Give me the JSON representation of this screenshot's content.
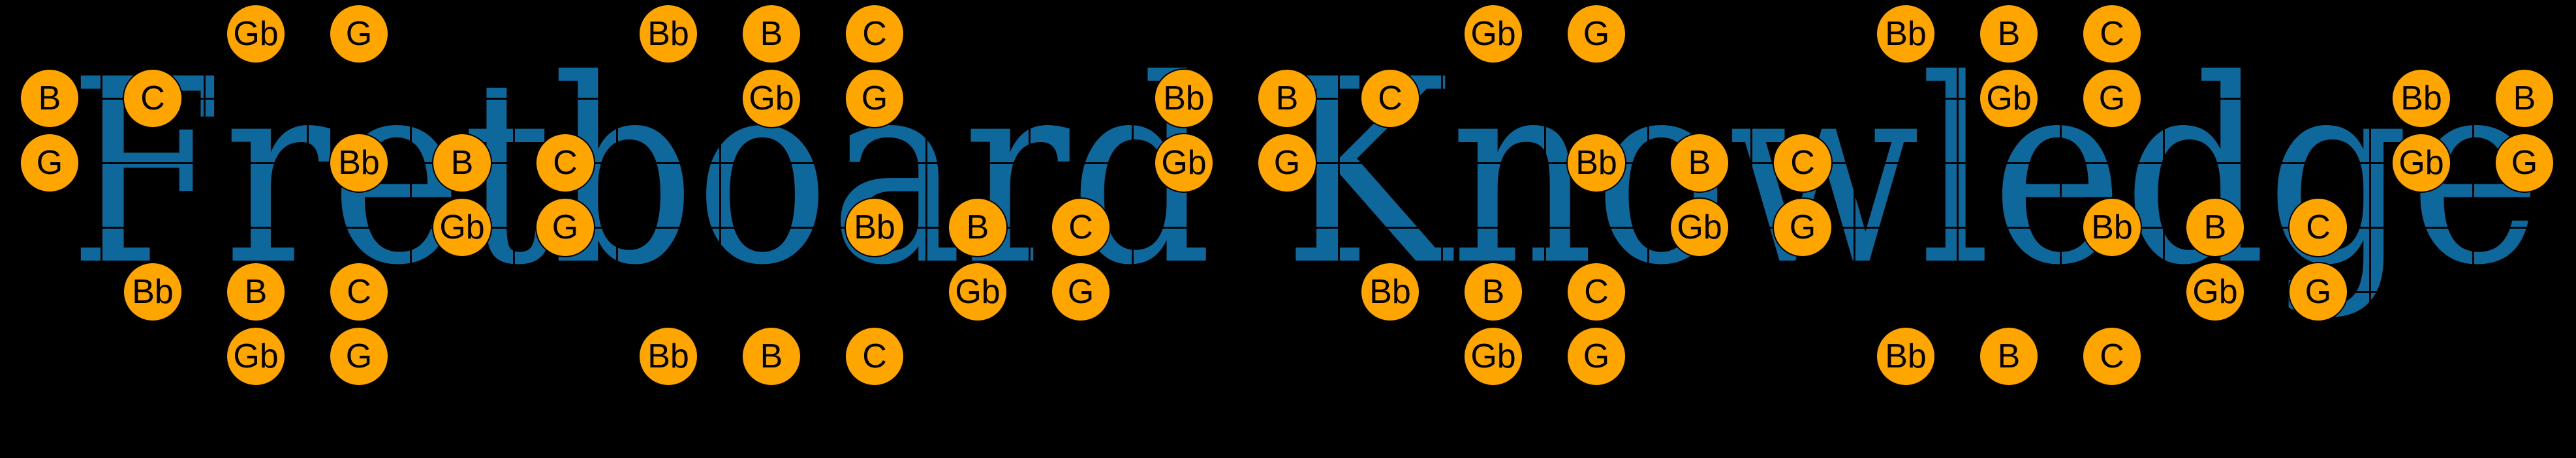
{
  "title": {
    "text": "Fretboard Knowledge"
  },
  "colors": {
    "background": "#000000",
    "title_blue": "#0e689c",
    "note_fill": "#ffa500",
    "note_stroke": "#000000",
    "note_label": "#000000",
    "grid_line": "#000000"
  },
  "fretboard": {
    "string_count": 6,
    "fret_count": 24,
    "note_names_shown": [
      "Gb",
      "G",
      "Bb",
      "B",
      "C"
    ],
    "strings": [
      [
        {
          "fret": 2,
          "label": "Gb"
        },
        {
          "fret": 3,
          "label": "G"
        },
        {
          "fret": 6,
          "label": "Bb"
        },
        {
          "fret": 7,
          "label": "B"
        },
        {
          "fret": 8,
          "label": "C"
        },
        {
          "fret": 14,
          "label": "Gb"
        },
        {
          "fret": 15,
          "label": "G"
        },
        {
          "fret": 18,
          "label": "Bb"
        },
        {
          "fret": 19,
          "label": "B"
        },
        {
          "fret": 20,
          "label": "C"
        }
      ],
      [
        {
          "fret": 0,
          "label": "B"
        },
        {
          "fret": 1,
          "label": "C"
        },
        {
          "fret": 7,
          "label": "Gb"
        },
        {
          "fret": 8,
          "label": "G"
        },
        {
          "fret": 11,
          "label": "Bb"
        },
        {
          "fret": 12,
          "label": "B"
        },
        {
          "fret": 13,
          "label": "C"
        },
        {
          "fret": 19,
          "label": "Gb"
        },
        {
          "fret": 20,
          "label": "G"
        },
        {
          "fret": 23,
          "label": "Bb"
        },
        {
          "fret": 24,
          "label": "B"
        }
      ],
      [
        {
          "fret": 0,
          "label": "G"
        },
        {
          "fret": 3,
          "label": "Bb"
        },
        {
          "fret": 4,
          "label": "B"
        },
        {
          "fret": 5,
          "label": "C"
        },
        {
          "fret": 11,
          "label": "Gb"
        },
        {
          "fret": 12,
          "label": "G"
        },
        {
          "fret": 15,
          "label": "Bb"
        },
        {
          "fret": 16,
          "label": "B"
        },
        {
          "fret": 17,
          "label": "C"
        },
        {
          "fret": 23,
          "label": "Gb"
        },
        {
          "fret": 24,
          "label": "G"
        }
      ],
      [
        {
          "fret": 4,
          "label": "Gb"
        },
        {
          "fret": 5,
          "label": "G"
        },
        {
          "fret": 8,
          "label": "Bb"
        },
        {
          "fret": 9,
          "label": "B"
        },
        {
          "fret": 10,
          "label": "C"
        },
        {
          "fret": 16,
          "label": "Gb"
        },
        {
          "fret": 17,
          "label": "G"
        },
        {
          "fret": 20,
          "label": "Bb"
        },
        {
          "fret": 21,
          "label": "B"
        },
        {
          "fret": 22,
          "label": "C"
        }
      ],
      [
        {
          "fret": 1,
          "label": "Bb"
        },
        {
          "fret": 2,
          "label": "B"
        },
        {
          "fret": 3,
          "label": "C"
        },
        {
          "fret": 9,
          "label": "Gb"
        },
        {
          "fret": 10,
          "label": "G"
        },
        {
          "fret": 13,
          "label": "Bb"
        },
        {
          "fret": 14,
          "label": "B"
        },
        {
          "fret": 15,
          "label": "C"
        },
        {
          "fret": 21,
          "label": "Gb"
        },
        {
          "fret": 22,
          "label": "G"
        }
      ],
      [
        {
          "fret": 2,
          "label": "Gb"
        },
        {
          "fret": 3,
          "label": "G"
        },
        {
          "fret": 6,
          "label": "Bb"
        },
        {
          "fret": 7,
          "label": "B"
        },
        {
          "fret": 8,
          "label": "C"
        },
        {
          "fret": 14,
          "label": "Gb"
        },
        {
          "fret": 15,
          "label": "G"
        },
        {
          "fret": 18,
          "label": "Bb"
        },
        {
          "fret": 19,
          "label": "B"
        },
        {
          "fret": 20,
          "label": "C"
        }
      ]
    ]
  }
}
